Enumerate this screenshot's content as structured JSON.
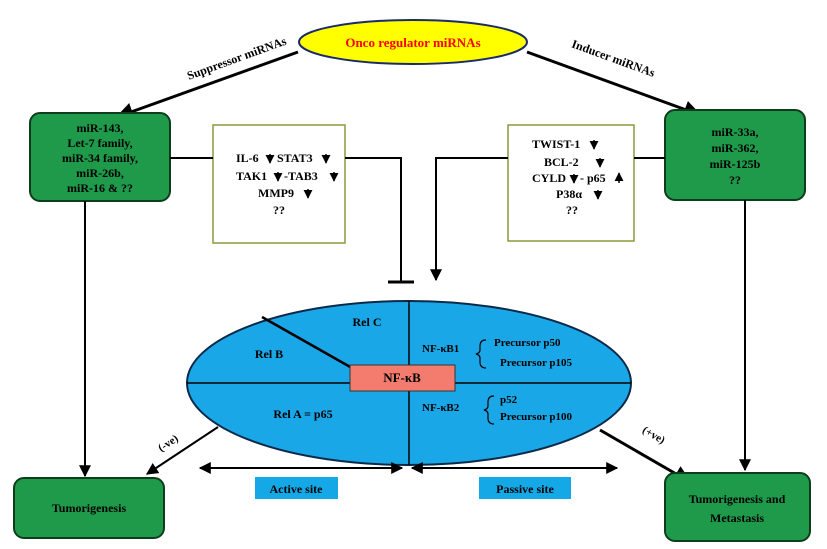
{
  "colors": {
    "top_ellipse_fill": "#ffff00",
    "top_ellipse_text": "#ff0000",
    "green_box": "#1f9a4a",
    "green_box_border": "#0d3d1d",
    "olive_border": "#8a9a3a",
    "main_ellipse_fill": "#1aa7e8",
    "nfkb_fill": "#f37c6e",
    "site_label_fill": "#14a9e6",
    "line": "#000000"
  },
  "top": {
    "title": "Onco regulator miRNAs"
  },
  "arrows": {
    "suppressor": "Suppressor miRNAs",
    "inducer": "Inducer  miRNAs",
    "neg": "(-ve)",
    "pos": "(+ve)"
  },
  "left_box": {
    "lines": [
      "miR-143,",
      "Let-7 family,",
      "miR-34  family,",
      "miR-26b,",
      "miR-16 & ??"
    ]
  },
  "right_box": {
    "lines": [
      "miR-33a,",
      "miR-362,",
      "miR-125b",
      "??"
    ]
  },
  "left_targets": {
    "lines": [
      "IL-6",
      "STAT3",
      "TAK1",
      "-TAB3",
      "MMP9",
      "??"
    ]
  },
  "right_targets": {
    "lines": [
      "TWIST-1",
      "BCL-2",
      "CYLD",
      "- p65",
      "P38α",
      "??"
    ]
  },
  "ellipse": {
    "rel_c": "Rel C",
    "rel_b": "Rel B",
    "rel_a": "Rel A = p65",
    "center": "NF-κB",
    "nfkb1": "NF-κB1",
    "p50": "Precursor p50",
    "p105": "Precursor p105",
    "nfkb2": "NF-κB2",
    "p52": "p52",
    "p100": "Precursor p100"
  },
  "bottom": {
    "left": "Tumorigenesis",
    "right_lines": [
      "Tumorigenesis and",
      "Metastasis"
    ],
    "active": "Active site",
    "passive": "Passive  site"
  }
}
